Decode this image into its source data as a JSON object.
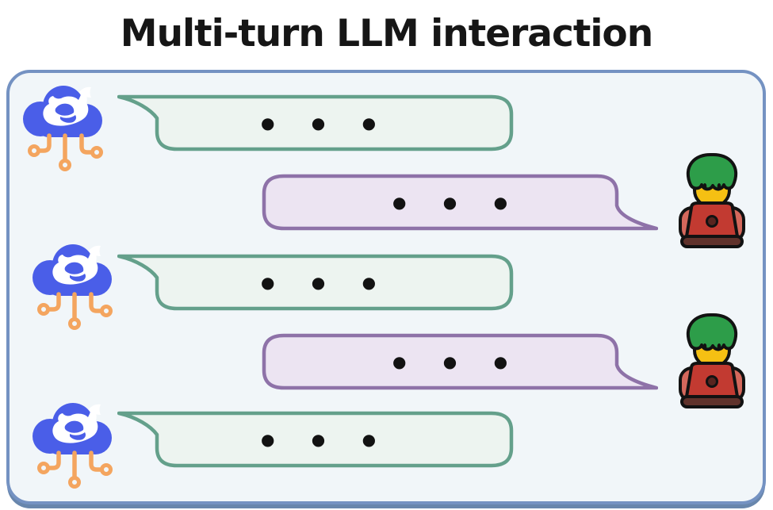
{
  "title": "Multi-turn LLM interaction",
  "icons": {
    "llm": "cloud-whale-network-icon",
    "user": "person-at-laptop-icon"
  },
  "colors": {
    "panel_border": "#7492c2",
    "panel_background": "#f1f6f9",
    "panel_shadow": "#6886ac",
    "llm_bubble_border": "#64a08b",
    "llm_bubble_fill": "#edf4f0",
    "user_bubble_border": "#8e72a8",
    "user_bubble_fill": "#ece4f2",
    "cloud_blue": "#4a5ee8",
    "whale_white": "#ffffff",
    "circuit_orange": "#f4a55f",
    "hair_green": "#2d9d49",
    "skin_yellow": "#f5c013",
    "laptop_red": "#c23a31",
    "laptop_base_brown": "#60322b",
    "title_color": "#161616",
    "dot_color": "#121212"
  },
  "conversation": {
    "turns": [
      {
        "speaker": "llm",
        "dots": "● ● ●"
      },
      {
        "speaker": "user",
        "dots": "● ● ●"
      },
      {
        "speaker": "llm",
        "dots": "● ● ●"
      },
      {
        "speaker": "user",
        "dots": "● ● ●"
      },
      {
        "speaker": "llm",
        "dots": "● ● ●"
      }
    ]
  }
}
